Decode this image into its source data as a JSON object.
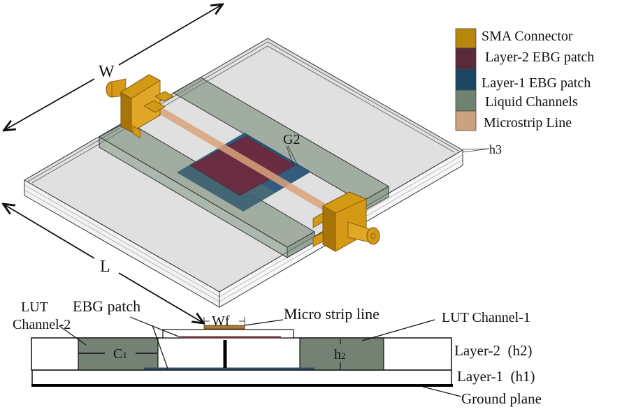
{
  "legend": {
    "items": [
      {
        "label": "SMA Connector",
        "color": "#b8860b"
      },
      {
        "label": "Layer-2 EBG patch",
        "color": "#5a2a3a"
      },
      {
        "label": "Layer-1 EBG patch",
        "color": "#1c4563"
      },
      {
        "label": "Liquid Channels",
        "color": "#6f8470"
      },
      {
        "label": "Microstrip Line",
        "color": "#caa27d"
      }
    ]
  },
  "dimensions": {
    "width_label": "W",
    "length_label": "L",
    "gap_label": "G2",
    "height3_label": "h3",
    "feed_width_label": "Wf"
  },
  "cross_section": {
    "lut_channel_2": [
      "LUT",
      "Channel-2"
    ],
    "ebg_patch": "EBG patch",
    "micro_strip_line": "Micro strip line",
    "lut_channel_1": "LUT Channel-1",
    "c1_label": "C",
    "c1_sub": "1",
    "h2_label": "h",
    "h2_sub": "2",
    "layer2": "Layer-2  (h2)",
    "layer1": "Layer-1  (h1)",
    "ground_plane": "Ground plane"
  },
  "colors": {
    "substrate": "#d9dbd9",
    "channel": "#6f8470",
    "channel_fill_2d": "#748274",
    "sma": "#d49a16",
    "sma_dark": "#a8740a",
    "microstrip": "#d9a27a",
    "ebg_l2": "#6e2a3e",
    "ebg_l1": "#1f4d72"
  }
}
